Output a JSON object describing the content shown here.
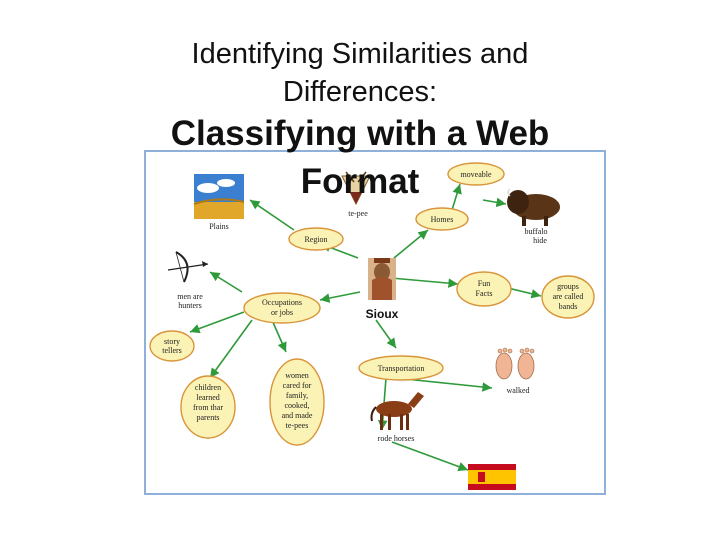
{
  "header": {
    "subtitle_line1": "Identifying Similarities and",
    "subtitle_line2": "Differences:",
    "title_line1": "Classifying with a Web",
    "title_line2": "Format"
  },
  "web": {
    "center": "Sioux",
    "nodes": {
      "region": "Region",
      "homes": "Homes",
      "moveable": "moveable",
      "fun_facts": [
        "Fun",
        "Facts"
      ],
      "groups": [
        "groups",
        "are called",
        "bands"
      ],
      "occupations": [
        "Occupations",
        "or jobs"
      ],
      "story_tellers": [
        "story",
        "tellers"
      ],
      "children": [
        "children",
        "learned",
        "from thar",
        "parents"
      ],
      "women": [
        "women",
        "cared for",
        "family,",
        "cooked,",
        "and made",
        "te-pees"
      ],
      "transportation": "Transportation"
    },
    "captions": {
      "plains": "Plains",
      "tepee": "te-pee",
      "buffalo": [
        "buffalo",
        "hide"
      ],
      "hunters": [
        "men are",
        "hunters"
      ],
      "walked": "walked",
      "horses": "rode horses"
    }
  },
  "colors": {
    "node_fill": "#fbf3b5",
    "node_stroke": "#d9943a",
    "arrow": "#2f9a3a",
    "frame": "#8fb0d8"
  }
}
